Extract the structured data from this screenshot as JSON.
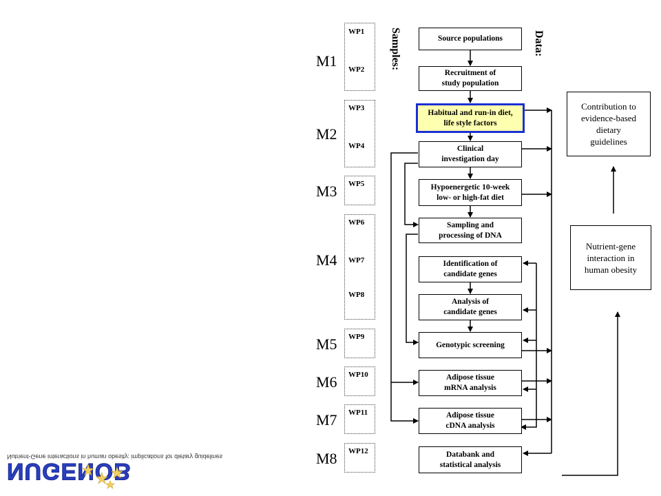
{
  "column_labels": {
    "samples": "Samples:",
    "data": "Data:"
  },
  "modules": [
    "M1",
    "M2",
    "M3",
    "M4",
    "M5",
    "M6",
    "M7",
    "M8"
  ],
  "workpackages": [
    "WP1",
    "WP2",
    "WP3",
    "WP4",
    "WP5",
    "WP6",
    "WP7",
    "WP8",
    "WP9",
    "WP10",
    "WP11",
    "WP12"
  ],
  "flow_boxes": [
    [
      "Source populations"
    ],
    [
      "Recruitment of",
      "study population"
    ],
    [
      "Habitual and run-in diet,",
      "life style factors"
    ],
    [
      "Clinical",
      "investigation day"
    ],
    [
      "Hypoenergetic 10-week",
      "low- or high-fat diet"
    ],
    [
      "Sampling and",
      "processing of DNA"
    ],
    [
      "Identification of",
      "candidate genes"
    ],
    [
      "Analysis of",
      "candidate genes"
    ],
    [
      "Genotypic screening"
    ],
    [
      "Adipose tissue",
      "mRNA analysis"
    ],
    [
      "Adipose tissue",
      "cDNA analysis"
    ],
    [
      "Databank and",
      "statistical analysis"
    ]
  ],
  "side_boxes": {
    "guidelines": [
      "Contribution to",
      "evidence-based",
      "dietary",
      "guidelines"
    ],
    "interaction": [
      "Nutrient-gene",
      "interaction in",
      "human obesity"
    ]
  },
  "logo": {
    "name": "NUGENOB",
    "tagline": "Nutrient-Gene interactions in human obesity: implications for dietary guidelines"
  },
  "colors": {
    "highlight_fill": "#ffffb0",
    "highlight_border": "#1a2fd6"
  }
}
